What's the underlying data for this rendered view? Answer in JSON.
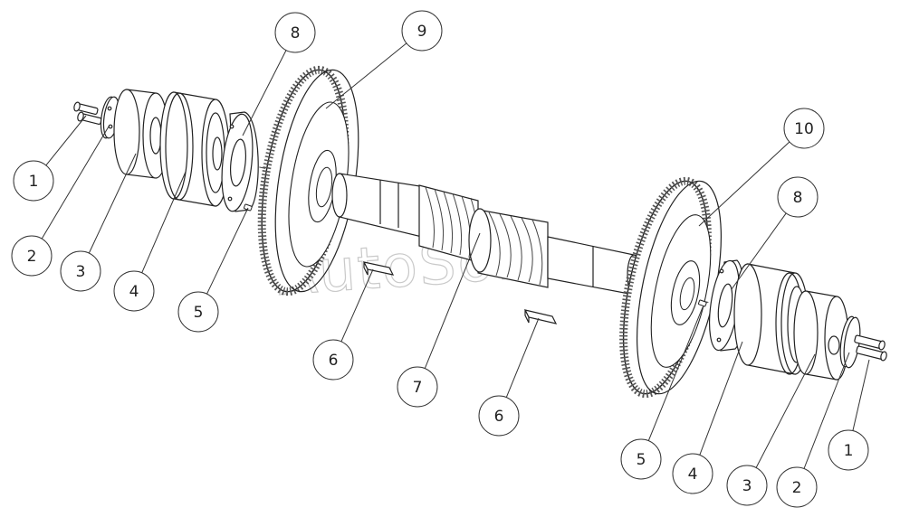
{
  "watermark": {
    "text": "AutoSoft"
  },
  "colors": {
    "line": "#222222",
    "fill": "#ffffff",
    "gear_teeth": "#555555",
    "watermark": "#c9c9c9"
  },
  "callouts": [
    {
      "id": "c1-left",
      "label": "1"
    },
    {
      "id": "c2-left",
      "label": "2"
    },
    {
      "id": "c3-left",
      "label": "3"
    },
    {
      "id": "c4-left",
      "label": "4"
    },
    {
      "id": "c5-left",
      "label": "5"
    },
    {
      "id": "c6-left",
      "label": "6"
    },
    {
      "id": "c7",
      "label": "7"
    },
    {
      "id": "c8-left",
      "label": "8"
    },
    {
      "id": "c9",
      "label": "9"
    },
    {
      "id": "c10",
      "label": "10"
    },
    {
      "id": "c8-right",
      "label": "8"
    },
    {
      "id": "c6-right",
      "label": "6"
    },
    {
      "id": "c5-right",
      "label": "5"
    },
    {
      "id": "c4-right",
      "label": "4"
    },
    {
      "id": "c3-right",
      "label": "3"
    },
    {
      "id": "c2-right",
      "label": "2"
    },
    {
      "id": "c1-right",
      "label": "1"
    }
  ]
}
